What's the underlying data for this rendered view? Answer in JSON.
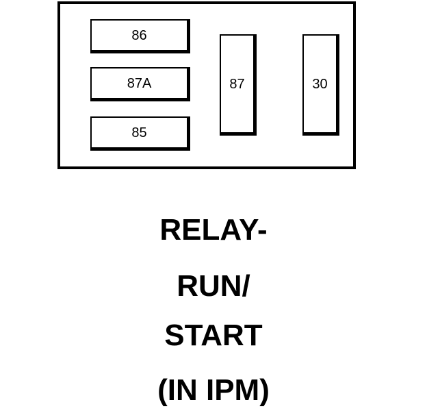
{
  "terminals": {
    "t86": "86",
    "t87a": "87A",
    "t85": "85",
    "t87": "87",
    "t30": "30"
  },
  "label": {
    "line1": "RELAY-",
    "line2": "RUN/",
    "line3": "START",
    "line4": "(IN IPM)"
  }
}
